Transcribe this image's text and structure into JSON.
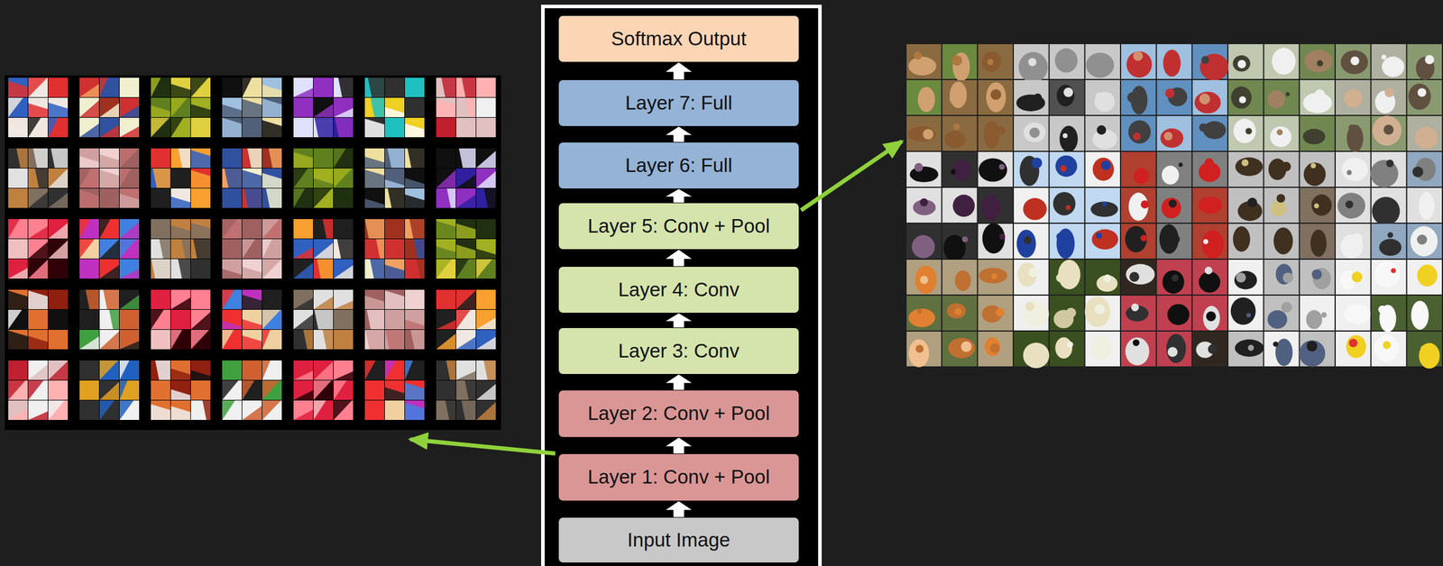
{
  "diagram": {
    "nodes": [
      {
        "text": [
          "Softmax Output"
        ]
      },
      {
        "text": [
          "Layer 7: Full"
        ]
      },
      {
        "text": [
          "Layer 6: Full"
        ]
      },
      {
        "text": [
          "Layer 5: Conv + Pool"
        ]
      },
      {
        "text": [
          "Layer 4: Conv"
        ]
      },
      {
        "text": [
          "Layer 3: Conv"
        ]
      },
      {
        "text": [
          "Layer 2: Conv + Pool"
        ]
      },
      {
        "text": [
          "Layer 1: Conv + Pool"
        ]
      },
      {
        "text": [
          "Input Image"
        ]
      }
    ],
    "edges": [
      {
        "from": 8,
        "to": 7,
        "arrow": "to"
      },
      {
        "from": 7,
        "to": 6,
        "arrow": "to"
      },
      {
        "from": 6,
        "to": 5,
        "arrow": "to"
      },
      {
        "from": 5,
        "to": 4,
        "arrow": "to"
      },
      {
        "from": 4,
        "to": 3,
        "arrow": "to"
      },
      {
        "from": 3,
        "to": 2,
        "arrow": "to"
      },
      {
        "from": 2,
        "to": 1,
        "arrow": "to"
      },
      {
        "from": 1,
        "to": 0,
        "arrow": "to"
      }
    ]
  }
}
